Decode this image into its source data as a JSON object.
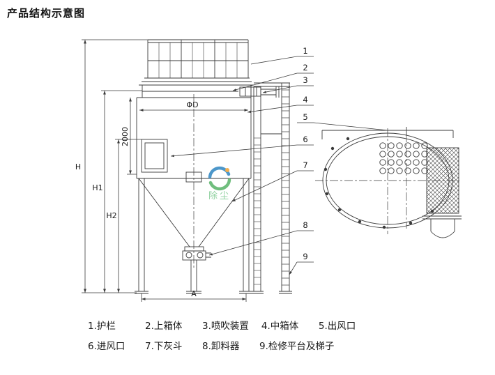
{
  "title": "产品结构示意图",
  "colors": {
    "ink": "#3a3a3a"
  },
  "watermark": {
    "text": "除尘",
    "blue": "#2e86c1",
    "green": "#58b368",
    "accent": "#f0a030",
    "text_color": "#7cc98f"
  },
  "dimensions": {
    "overall_height": "H",
    "body_height": "H1",
    "inlet_height": "H2",
    "box_height": "2000",
    "diameter": "ΦD",
    "width": "A"
  },
  "parts": [
    {
      "num": "1",
      "label": "护栏"
    },
    {
      "num": "2",
      "label": "上箱体"
    },
    {
      "num": "3",
      "label": "喷吹装置"
    },
    {
      "num": "4",
      "label": "中箱体"
    },
    {
      "num": "5",
      "label": "出风口"
    },
    {
      "num": "6",
      "label": "进风口"
    },
    {
      "num": "7",
      "label": "下灰斗"
    },
    {
      "num": "8",
      "label": "卸料器"
    },
    {
      "num": "9",
      "label": "检修平台及梯子"
    }
  ]
}
